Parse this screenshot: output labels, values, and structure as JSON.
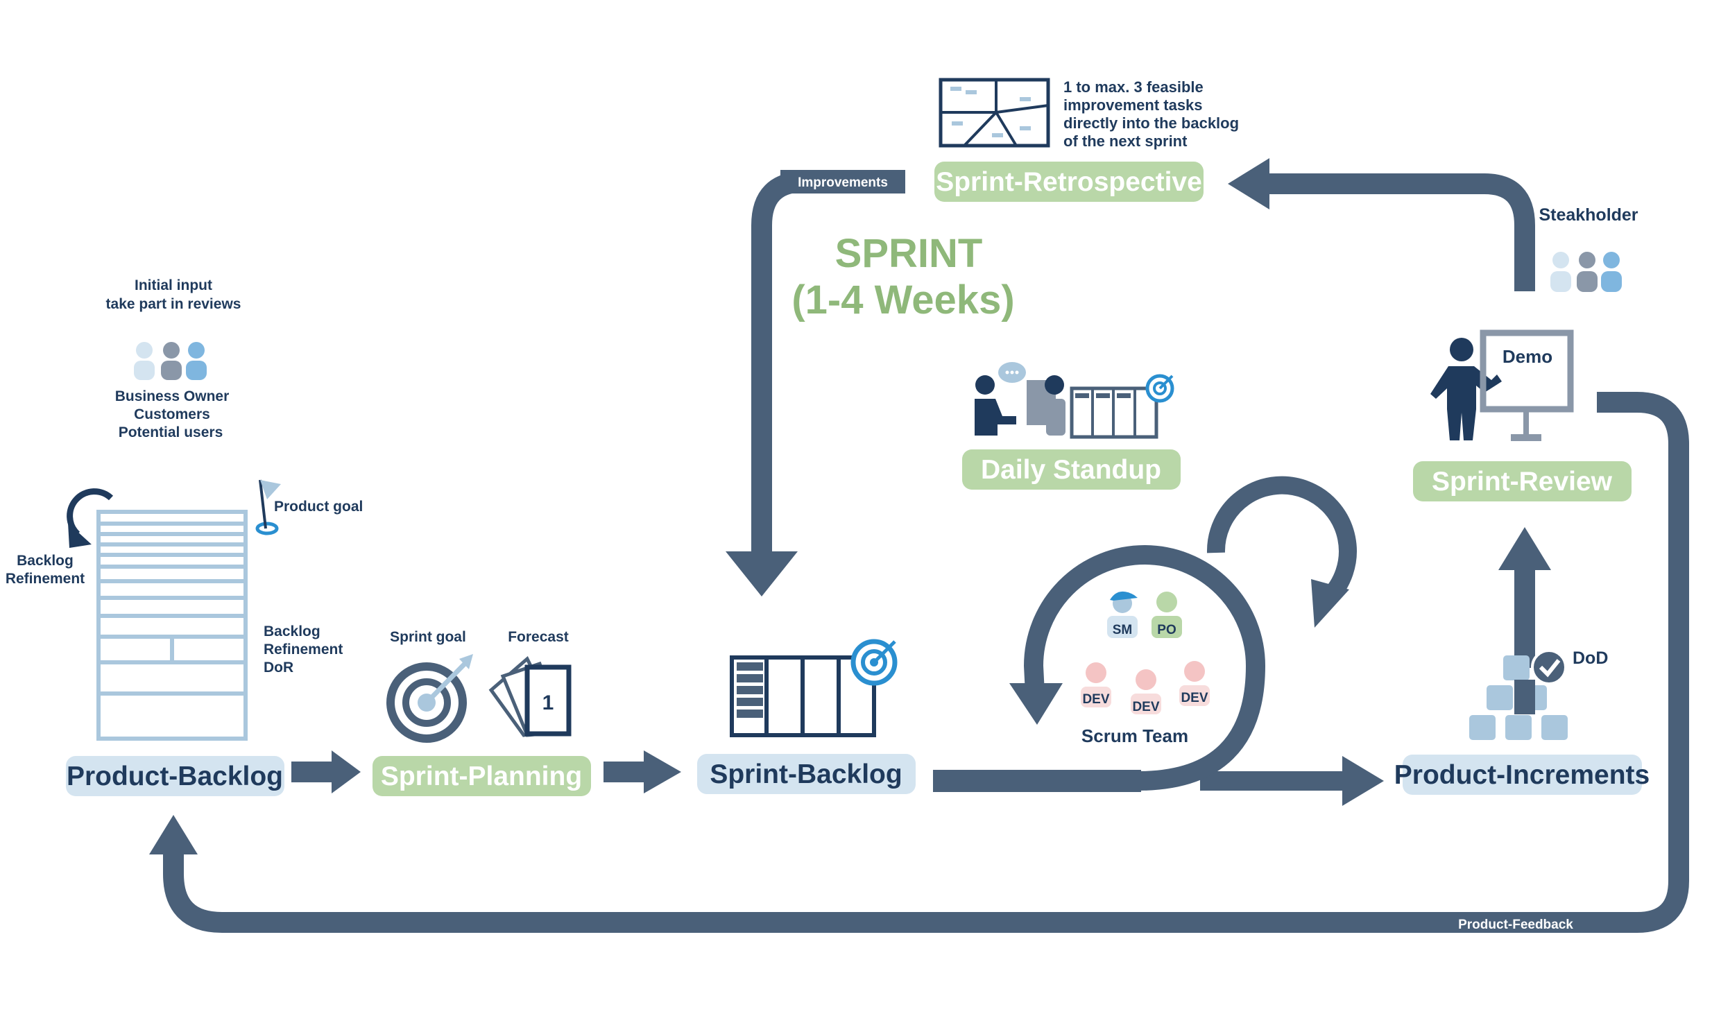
{
  "title": {
    "line1": "SPRINT",
    "line2": "(1-4 Weeks)"
  },
  "stages": {
    "product_backlog": "Product-Backlog",
    "sprint_planning": "Sprint-Planning",
    "sprint_backlog": "Sprint-Backlog",
    "product_increments": "Product-Increments",
    "sprint_review": "Sprint-Review",
    "sprint_retrospective": "Sprint-Retrospective",
    "daily_standup": "Daily Standup"
  },
  "annotations": {
    "initial_input_1": "Initial input",
    "initial_input_2": "take part in reviews",
    "business_owner": "Business Owner",
    "customers": "Customers",
    "potential_users": "Potential users",
    "backlog_refinement_1": "Backlog",
    "backlog_refinement_2": "Refinement",
    "product_goal": "Product goal",
    "dor_1": "Backlog",
    "dor_2": "Refinement",
    "dor_3": "DoR",
    "sprint_goal": "Sprint goal",
    "forecast": "Forecast",
    "forecast_card": "1",
    "improvements": "Improvements",
    "retro_1": "1 to max. 3 feasible",
    "retro_2": "improvement tasks",
    "retro_3": "directly into the backlog",
    "retro_4": "of the next sprint",
    "steakholder": "Steakholder",
    "demo": "Demo",
    "dod": "DoD",
    "product_feedback": "Product-Feedback",
    "scrum_team": "Scrum Team",
    "sm": "SM",
    "po": "PO",
    "dev1": "DEV",
    "dev2": "DEV",
    "dev3": "DEV"
  },
  "colors": {
    "arrow": "#4a6079",
    "navy_text": "#1f3a5c",
    "stage_blue": "#d4e4f0",
    "stage_green": "#b9d7a8",
    "title_green": "#8fb87a",
    "icon_blue": "#2a8fd0"
  }
}
